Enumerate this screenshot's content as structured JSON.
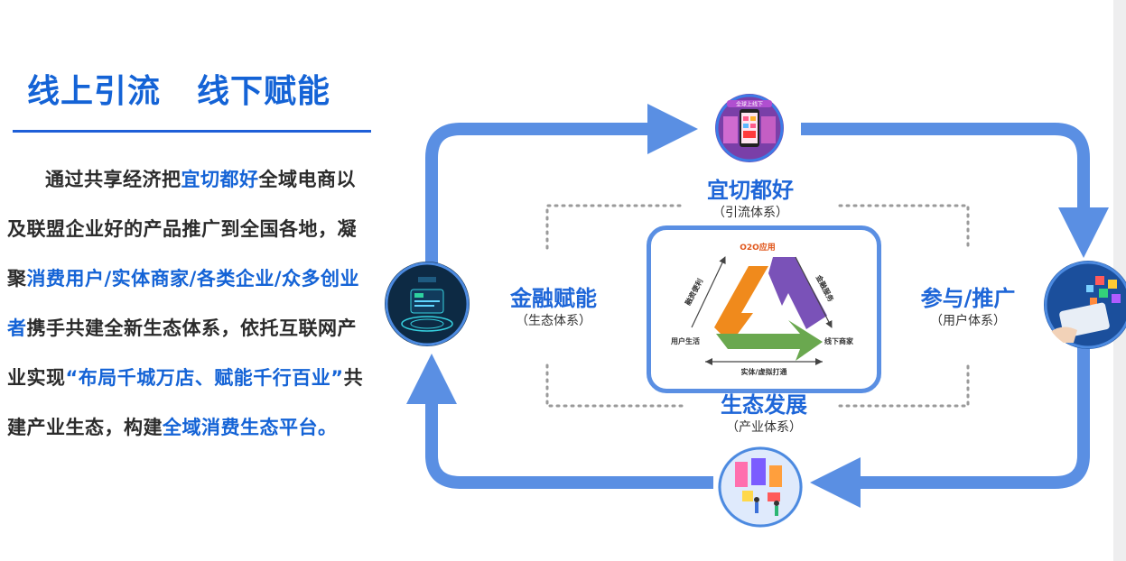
{
  "headline": {
    "part1": "线上引流",
    "part2": "线下赋能"
  },
  "body": {
    "seg1": "通过共享经济把",
    "seg2": "宜切都好",
    "seg3": "全域电商以及联盟企业好的产品推广到全国各地，凝聚",
    "seg4": "消费用户/实体商家/各类企业/众多创业者",
    "seg5": "携手共建全新生态体系，依托互联网产业实现",
    "seg6": "“布局千城万店、赋能千行百业”",
    "seg7": "共建产业生态，构建",
    "seg8": "全域消费生态平台。"
  },
  "labels": {
    "top": {
      "main": "宜切都好",
      "sub": "（引流体系）"
    },
    "left": {
      "main": "金融赋能",
      "sub": "（生态体系）"
    },
    "right": {
      "main": "参与/推广",
      "sub": "（用户体系）"
    },
    "bottom": {
      "main": "生态发展",
      "sub": "（产业体系）"
    }
  },
  "cycle": {
    "top": "O2O应用",
    "upper_left": "融资便利",
    "upper_right": "金融服务",
    "left": "用户生活",
    "right": "线下商家",
    "bottom": "实体/虚拟打通"
  },
  "nodes": {
    "top_banner": "全球上线下"
  },
  "colors": {
    "accent_blue": "#1463d6",
    "ring_blue": "#5a8fe3",
    "orange": "#f08a1c",
    "purple": "#7a52b8",
    "green": "#6aa84f"
  }
}
